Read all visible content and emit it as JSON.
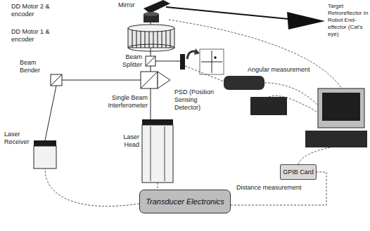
{
  "diagram": {
    "nodes": [
      {
        "text": [
          "Transducer Electronics"
        ]
      },
      {
        "text": [
          "GPIB Card"
        ]
      }
    ],
    "edges": [
      {
        "from": 0,
        "to": 1,
        "arrow": "none"
      }
    ],
    "labels": [
      "Mirror",
      "DD Motor 2 & encoder",
      "DD Motor 1 & encoder",
      "Target Retroreflector In Robot End-effector (Cat's eye)",
      "Beam Splitter",
      "PSD (Position Sensing Detector)",
      "Angular measurement",
      "Beam Bender",
      "Single Beam Interferometer",
      "Laser Receiver",
      "Laser Head",
      "Distance measurement"
    ]
  }
}
